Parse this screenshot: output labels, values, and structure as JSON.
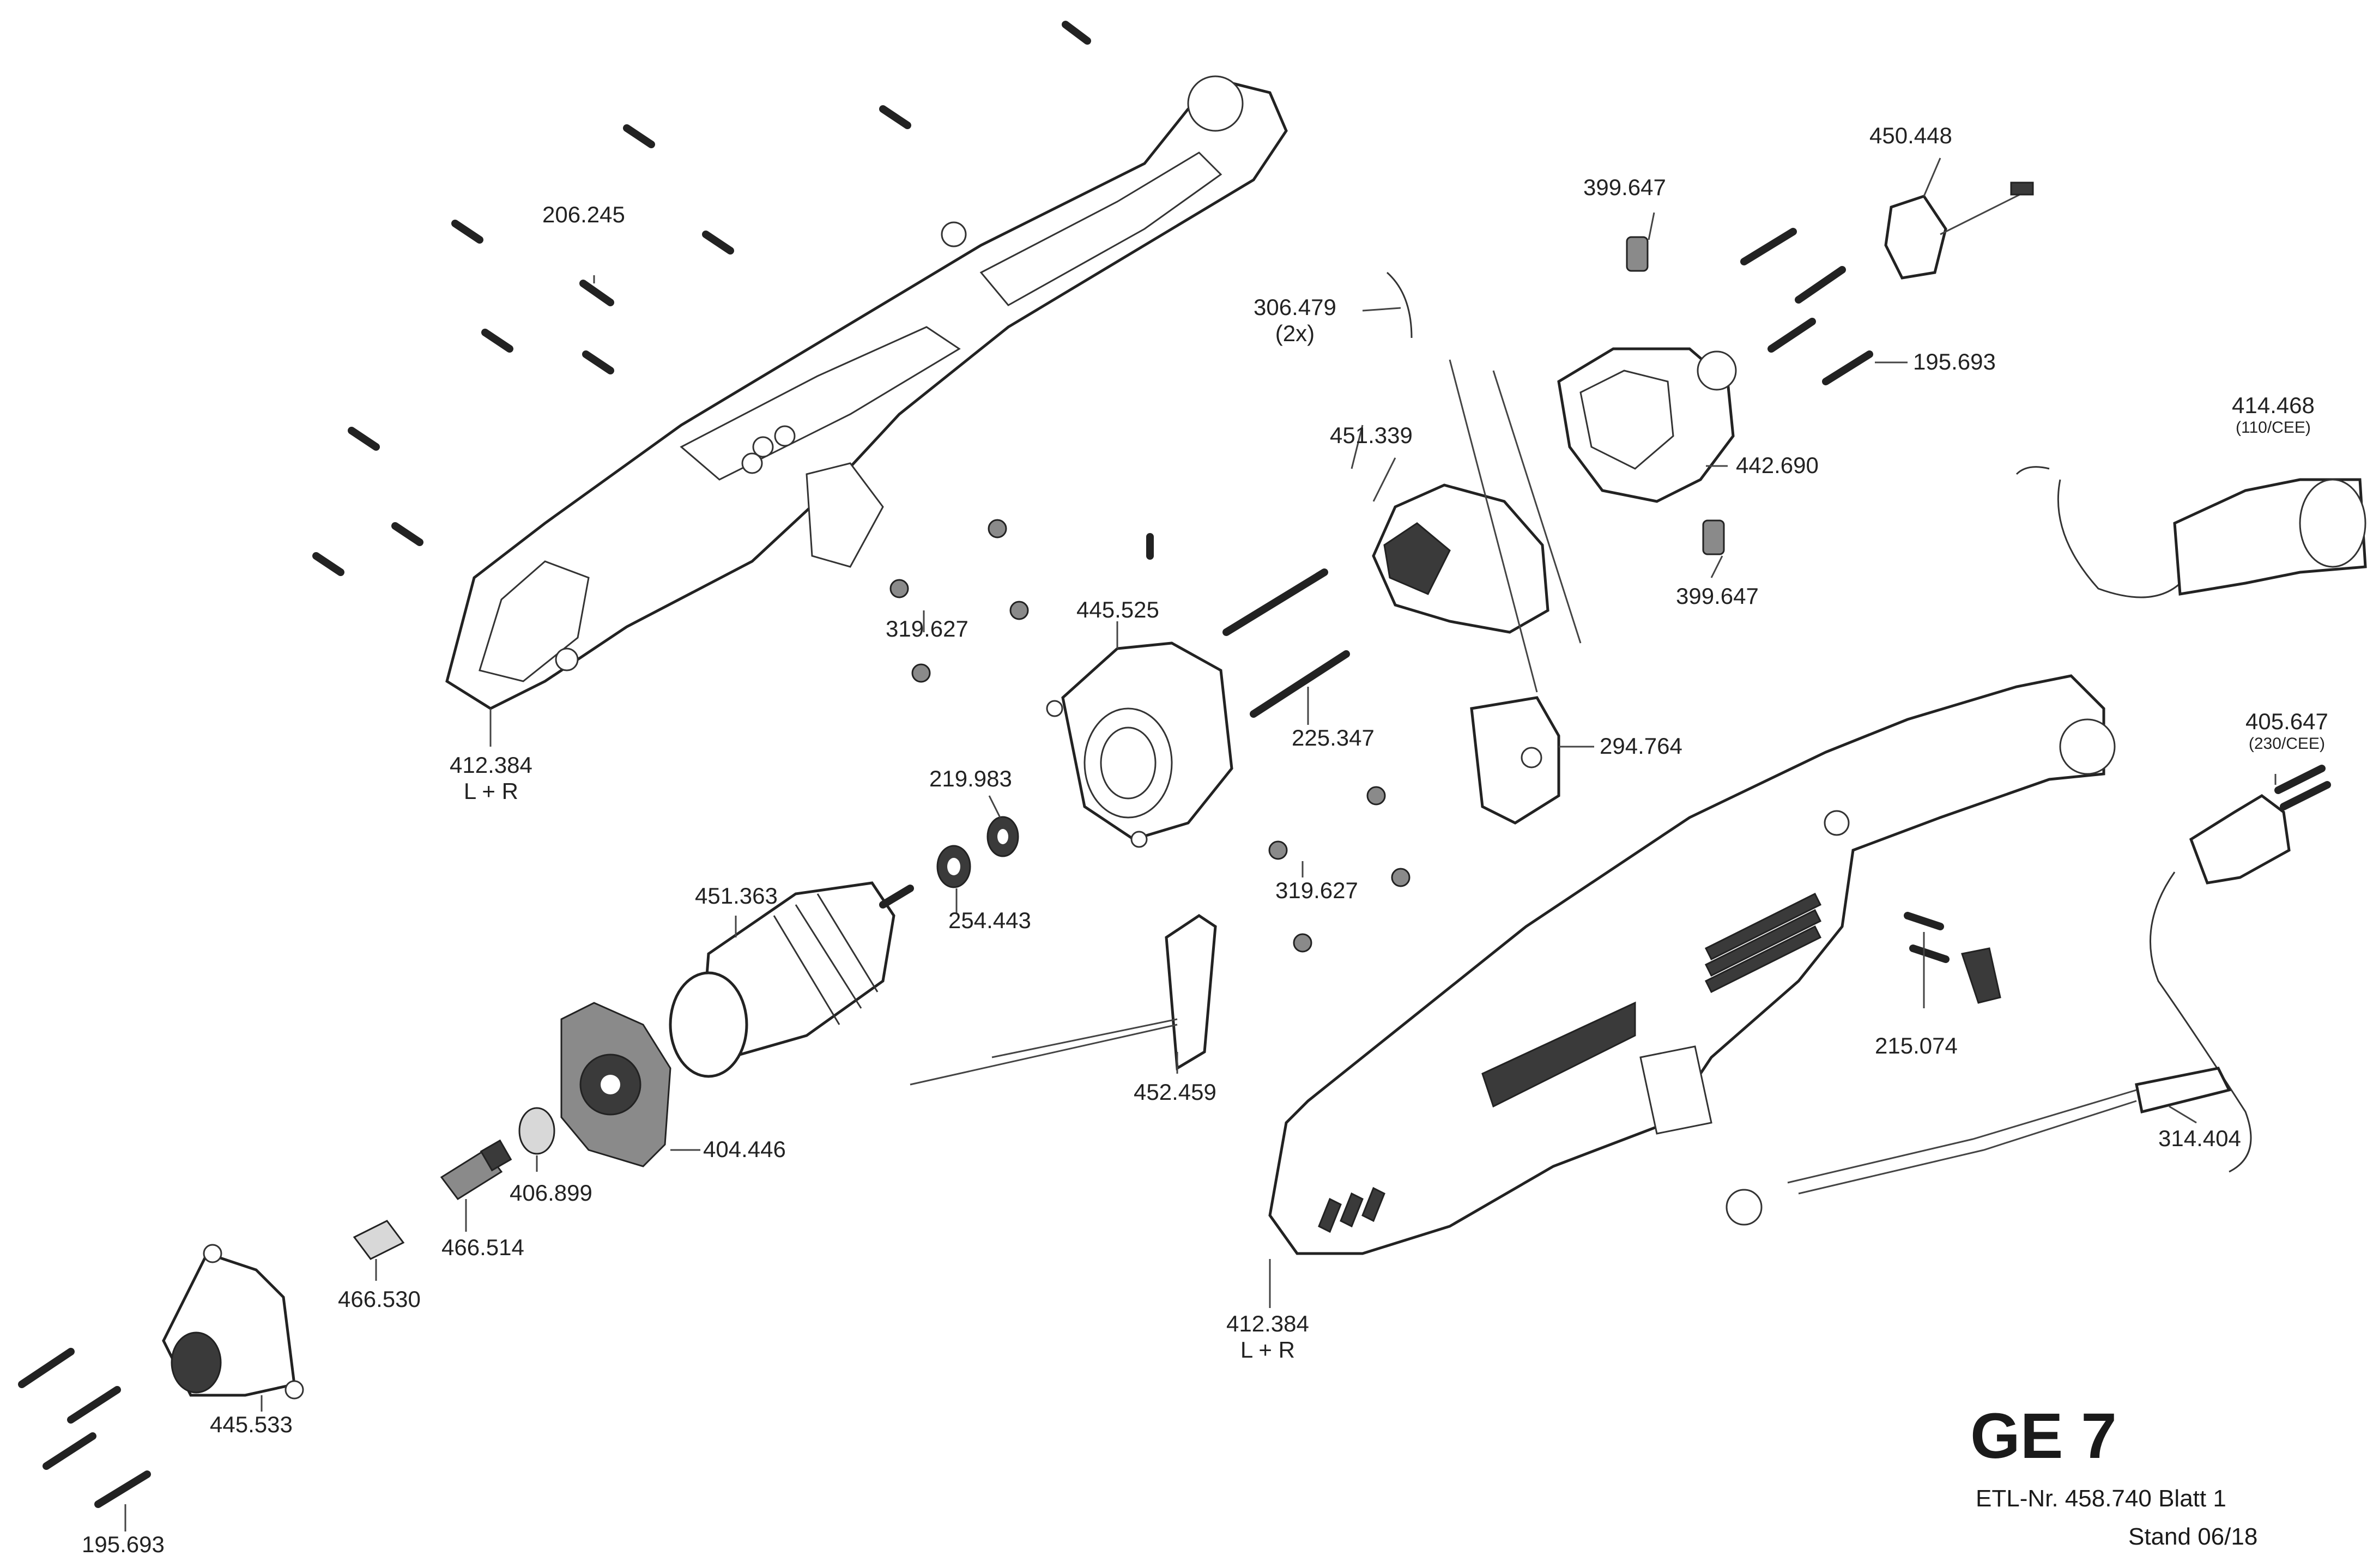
{
  "labels": {
    "p206245": "206.245",
    "p412384_top": "412.384",
    "p412384_top_sub": "L + R",
    "p319627_a": "319.627",
    "p445525": "445.525",
    "p306479": "306.479",
    "p306479_sub": "(2x)",
    "p451339": "451.339",
    "p399647_a": "399.647",
    "p399647_b": "399.647",
    "p450448": "450.448",
    "p195693_a": "195.693",
    "p442690": "442.690",
    "p414468": "414.468",
    "p414468_sub": "(110/CEE)",
    "p219983": "219.983",
    "p254443": "254.443",
    "p225347": "225.347",
    "p294764": "294.764",
    "p319627_b": "319.627",
    "p451363": "451.363",
    "p452459": "452.459",
    "p404446": "404.446",
    "p406899": "406.899",
    "p466514": "466.514",
    "p466530": "466.530",
    "p445533": "445.533",
    "p195693_b": "195.693",
    "p412384_bottom": "412.384",
    "p412384_bottom_sub": "L + R",
    "p405647": "405.647",
    "p405647_sub": "(230/CEE)",
    "p215074": "215.074",
    "p314404": "314.404"
  },
  "title_block": {
    "model": "GE 7",
    "etl": "ETL-Nr. 458.740   Blatt 1",
    "stand": "Stand  06/18"
  }
}
